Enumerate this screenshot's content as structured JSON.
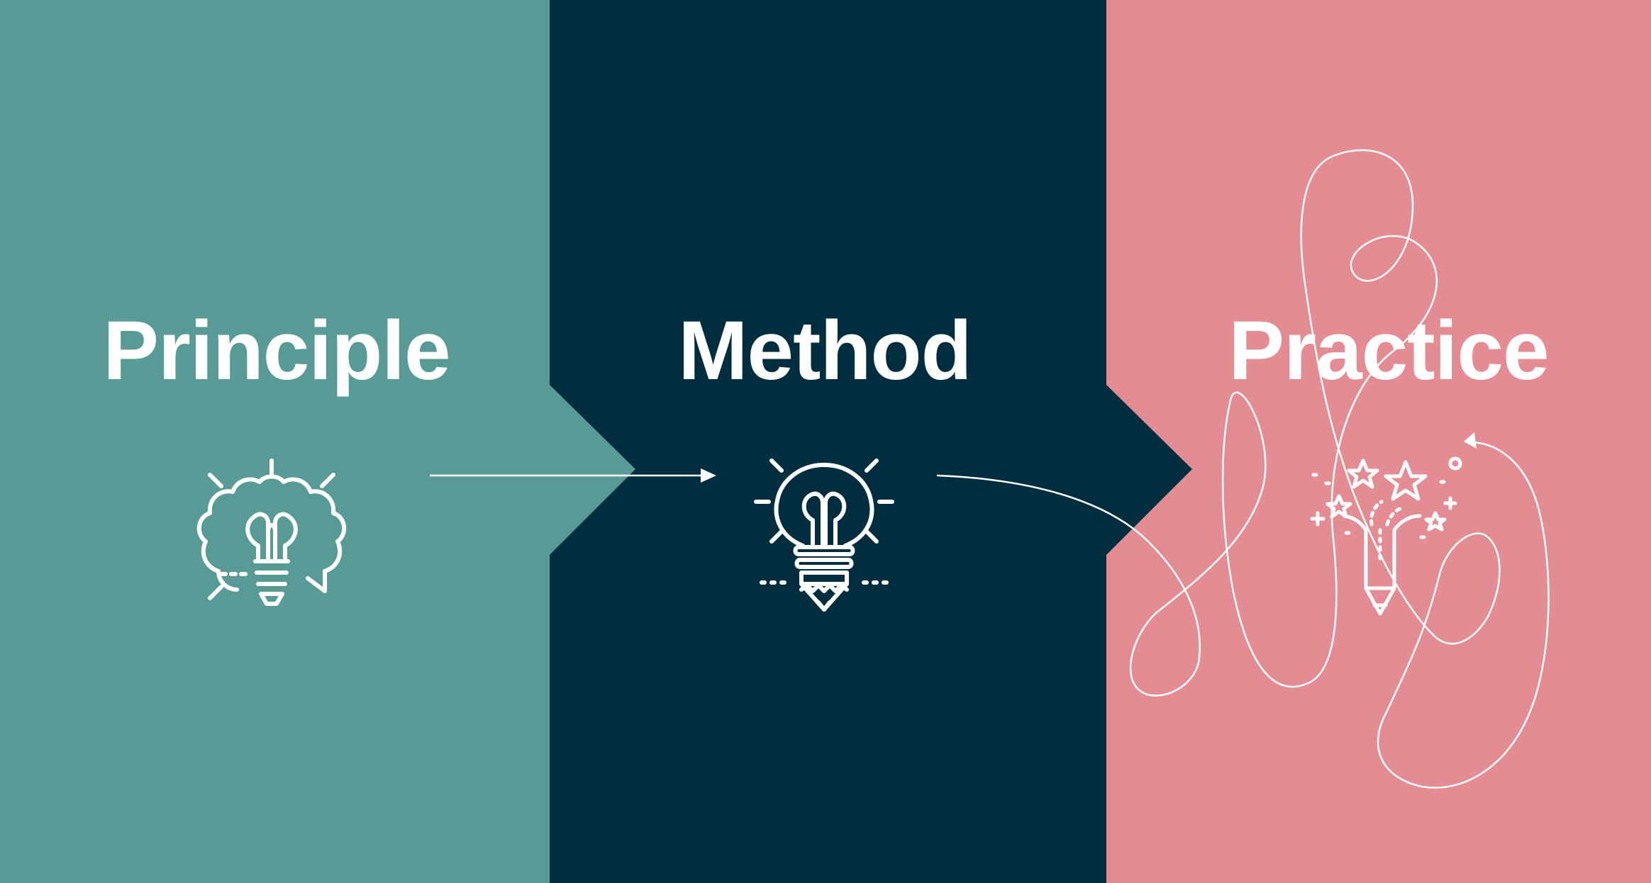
{
  "stages": [
    {
      "title": "Principle",
      "icon": "brain-lightbulb-icon",
      "color": "#589b96"
    },
    {
      "title": "Method",
      "icon": "lightbulb-pencil-icon",
      "color": "#002e3e"
    },
    {
      "title": "Practice",
      "icon": "pencil-stars-icon",
      "color": "#e48c93"
    }
  ],
  "connector_color": "#ffffff"
}
